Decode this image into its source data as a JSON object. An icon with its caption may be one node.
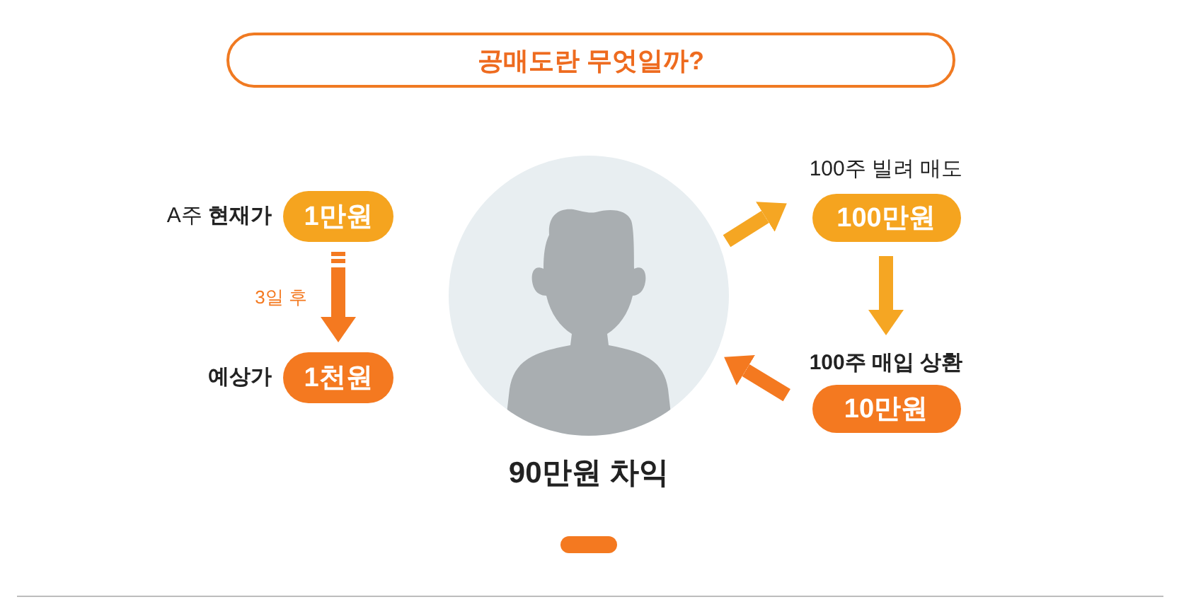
{
  "diagram": {
    "title": "공매도란 무엇일까?",
    "nodes": [
      {
        "text": [
          "A주 **현재가**",
          "1만원"
        ]
      },
      {
        "text": [
          "예상가",
          "1천원"
        ]
      },
      {
        "text": [],
        "shape": "person",
        "beside": [
          "90만원 차익"
        ]
      },
      {
        "text": [
          "100주 빌려 매도",
          "100만원"
        ]
      },
      {
        "text": [
          "100주 매입 상환",
          "10만원"
        ]
      }
    ],
    "edges": [
      {
        "from": 0,
        "to": 1,
        "arrow": "to",
        "label": "3일 후",
        "color": "#f47920"
      },
      {
        "from": 2,
        "to": 3,
        "arrow": "to"
      },
      {
        "from": 3,
        "to": 4,
        "arrow": "to"
      },
      {
        "from": 4,
        "to": 2,
        "arrow": "to",
        "color": "#f47920"
      }
    ]
  }
}
